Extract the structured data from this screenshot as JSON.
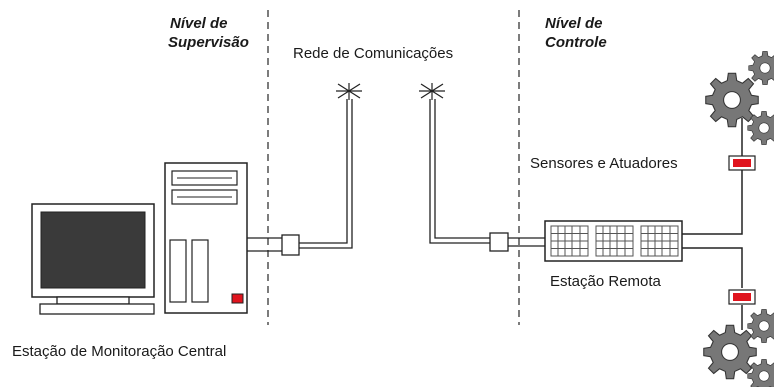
{
  "levels": {
    "supervision": {
      "line1": "Nível de",
      "line2": "Supervisão"
    },
    "control": {
      "line1": "Nível de",
      "line2": "Controle"
    }
  },
  "labels": {
    "network": "Rede de Comunicações",
    "sensors": "Sensores e Atuadores",
    "remote_station": "Estação Remota",
    "central_station": "Estação de Monitoração Central"
  },
  "colors": {
    "indicator_red": "#e0141e",
    "line": "#222222",
    "screen": "#3a3a3a"
  },
  "icons": [
    "computer-monitor-icon",
    "computer-tower-icon",
    "antenna-icon",
    "remote-station-icon",
    "gear-icon",
    "indicator-led-icon"
  ]
}
